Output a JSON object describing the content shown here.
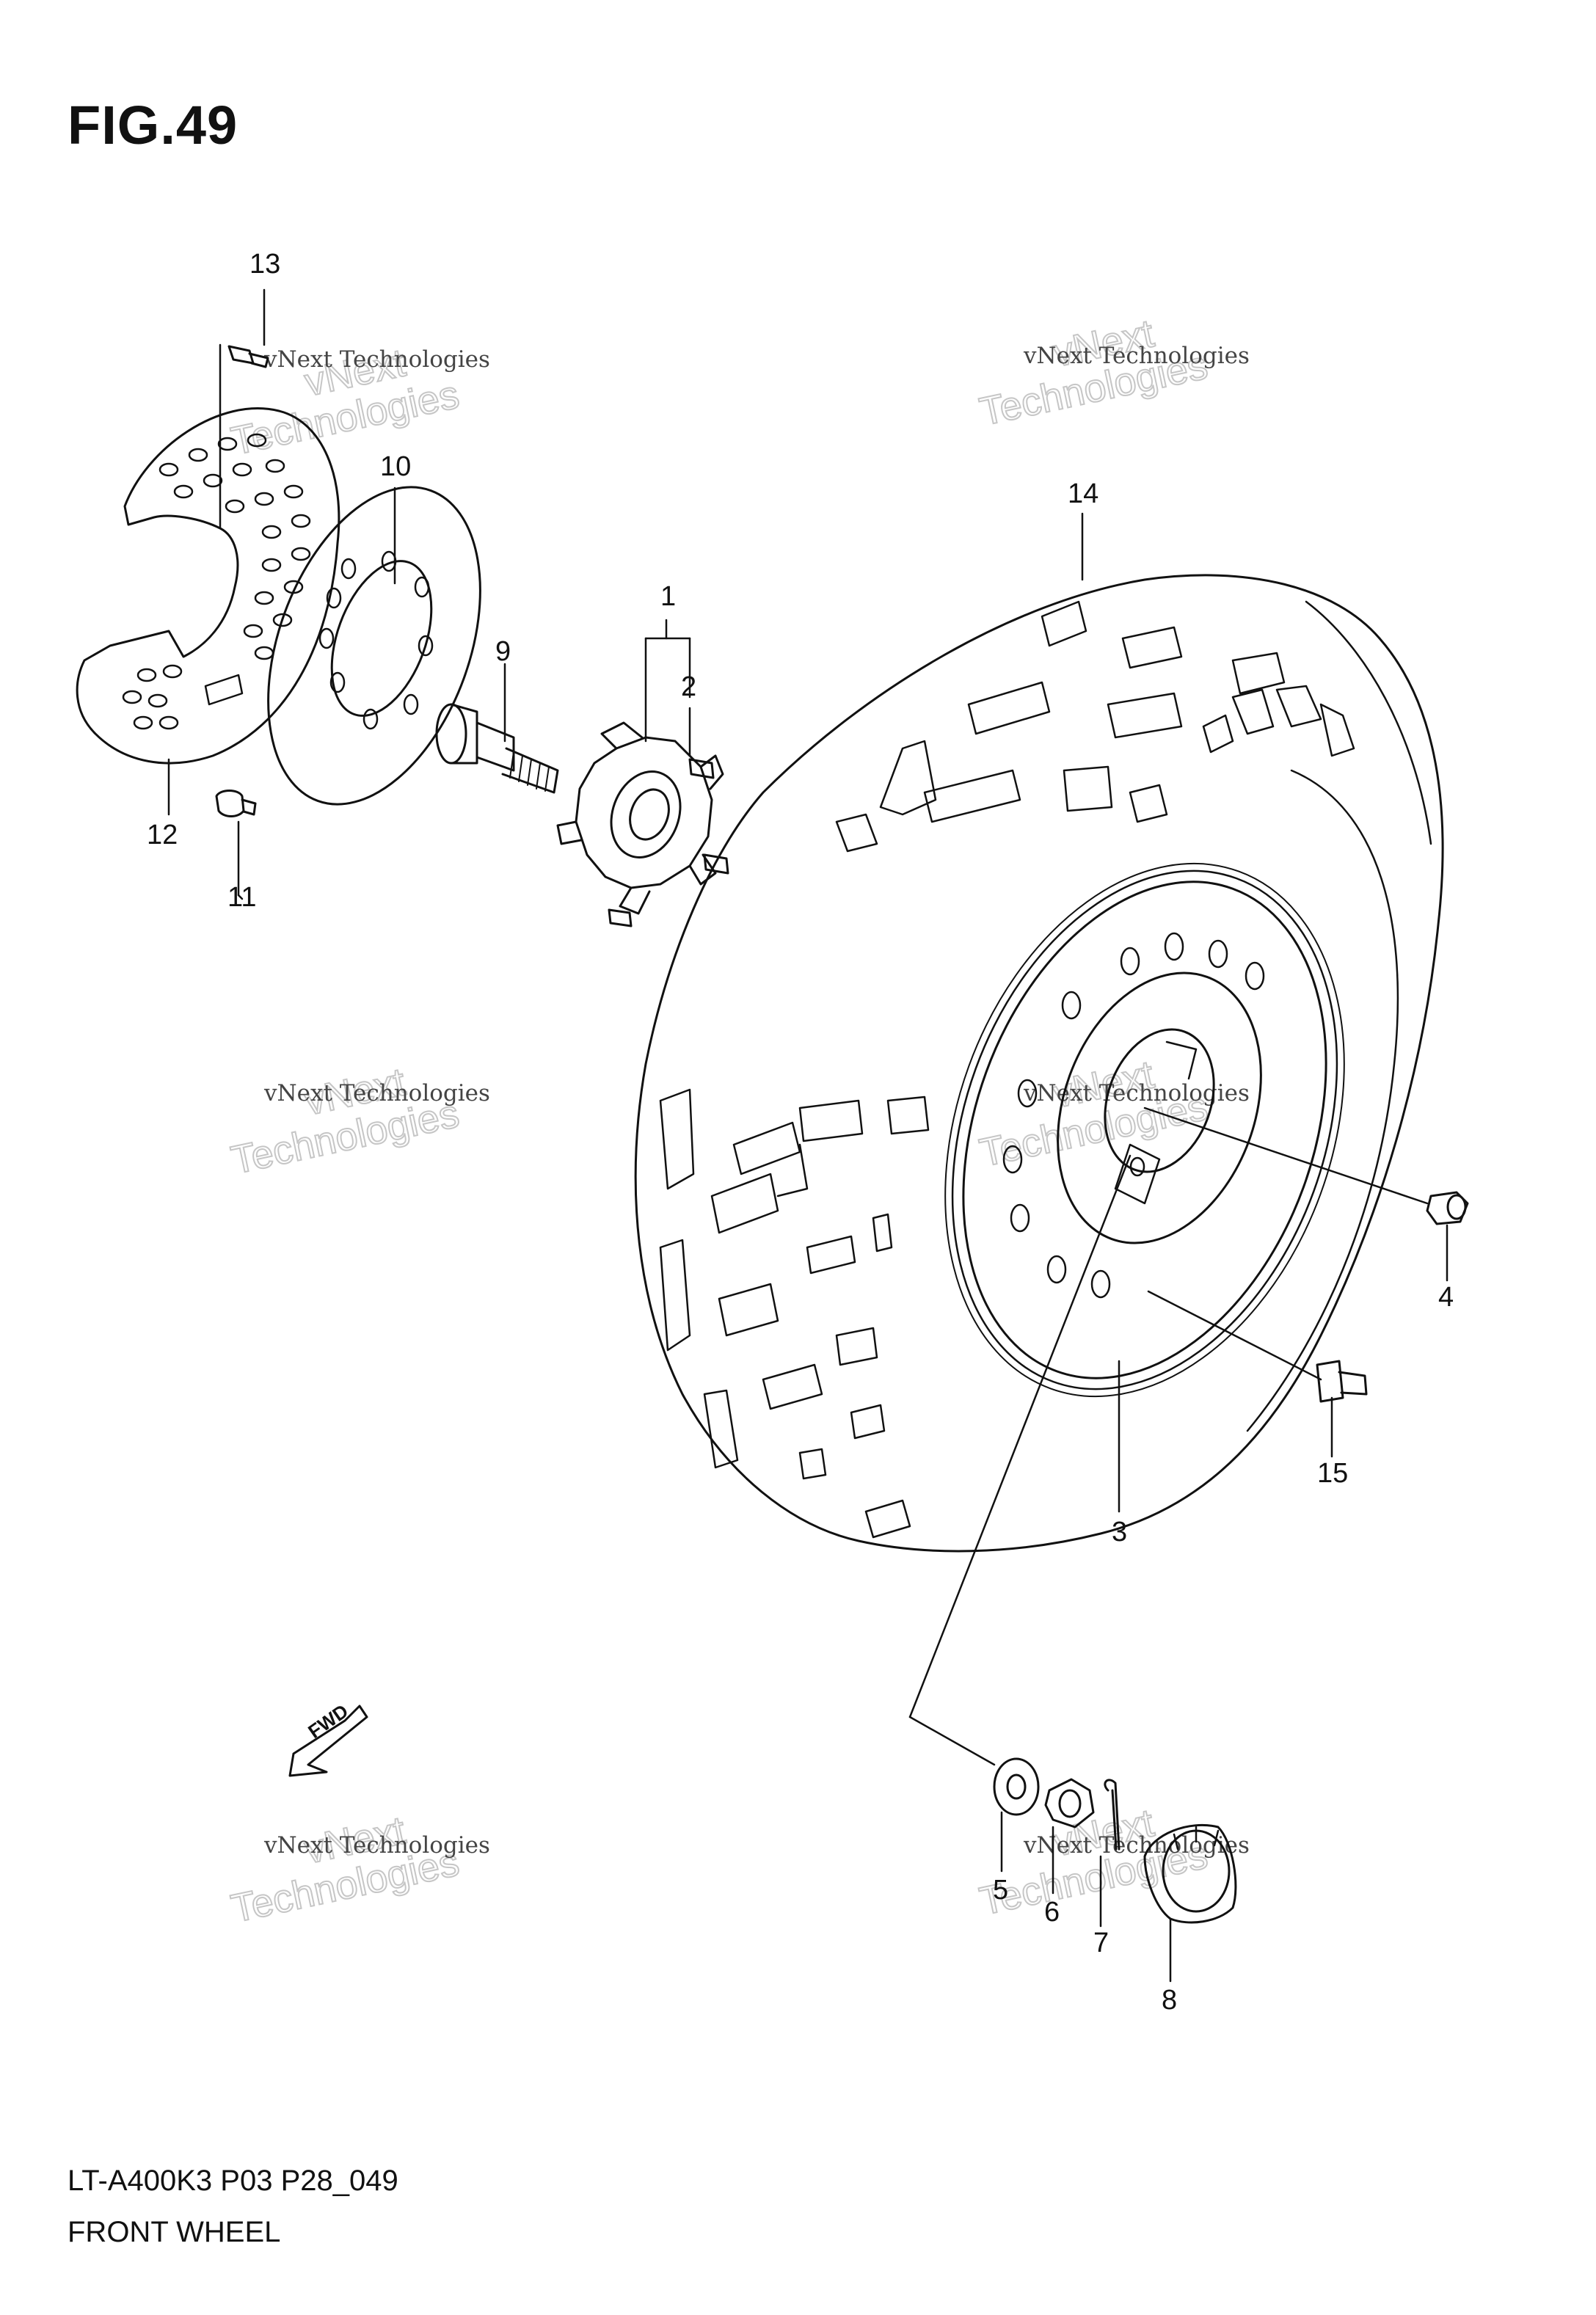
{
  "figure": {
    "title": "FIG.49",
    "model_code": "LT-A400K3 P03 P28_049",
    "name": "FRONT WHEEL"
  },
  "direction_label": "FWD",
  "watermark": {
    "line1": "vNext Technologies",
    "line2": "vNext",
    "line3": "Technologies"
  },
  "callouts": [
    "1",
    "2",
    "3",
    "4",
    "5",
    "6",
    "7",
    "8",
    "9",
    "10",
    "11",
    "12",
    "13",
    "14",
    "15"
  ]
}
